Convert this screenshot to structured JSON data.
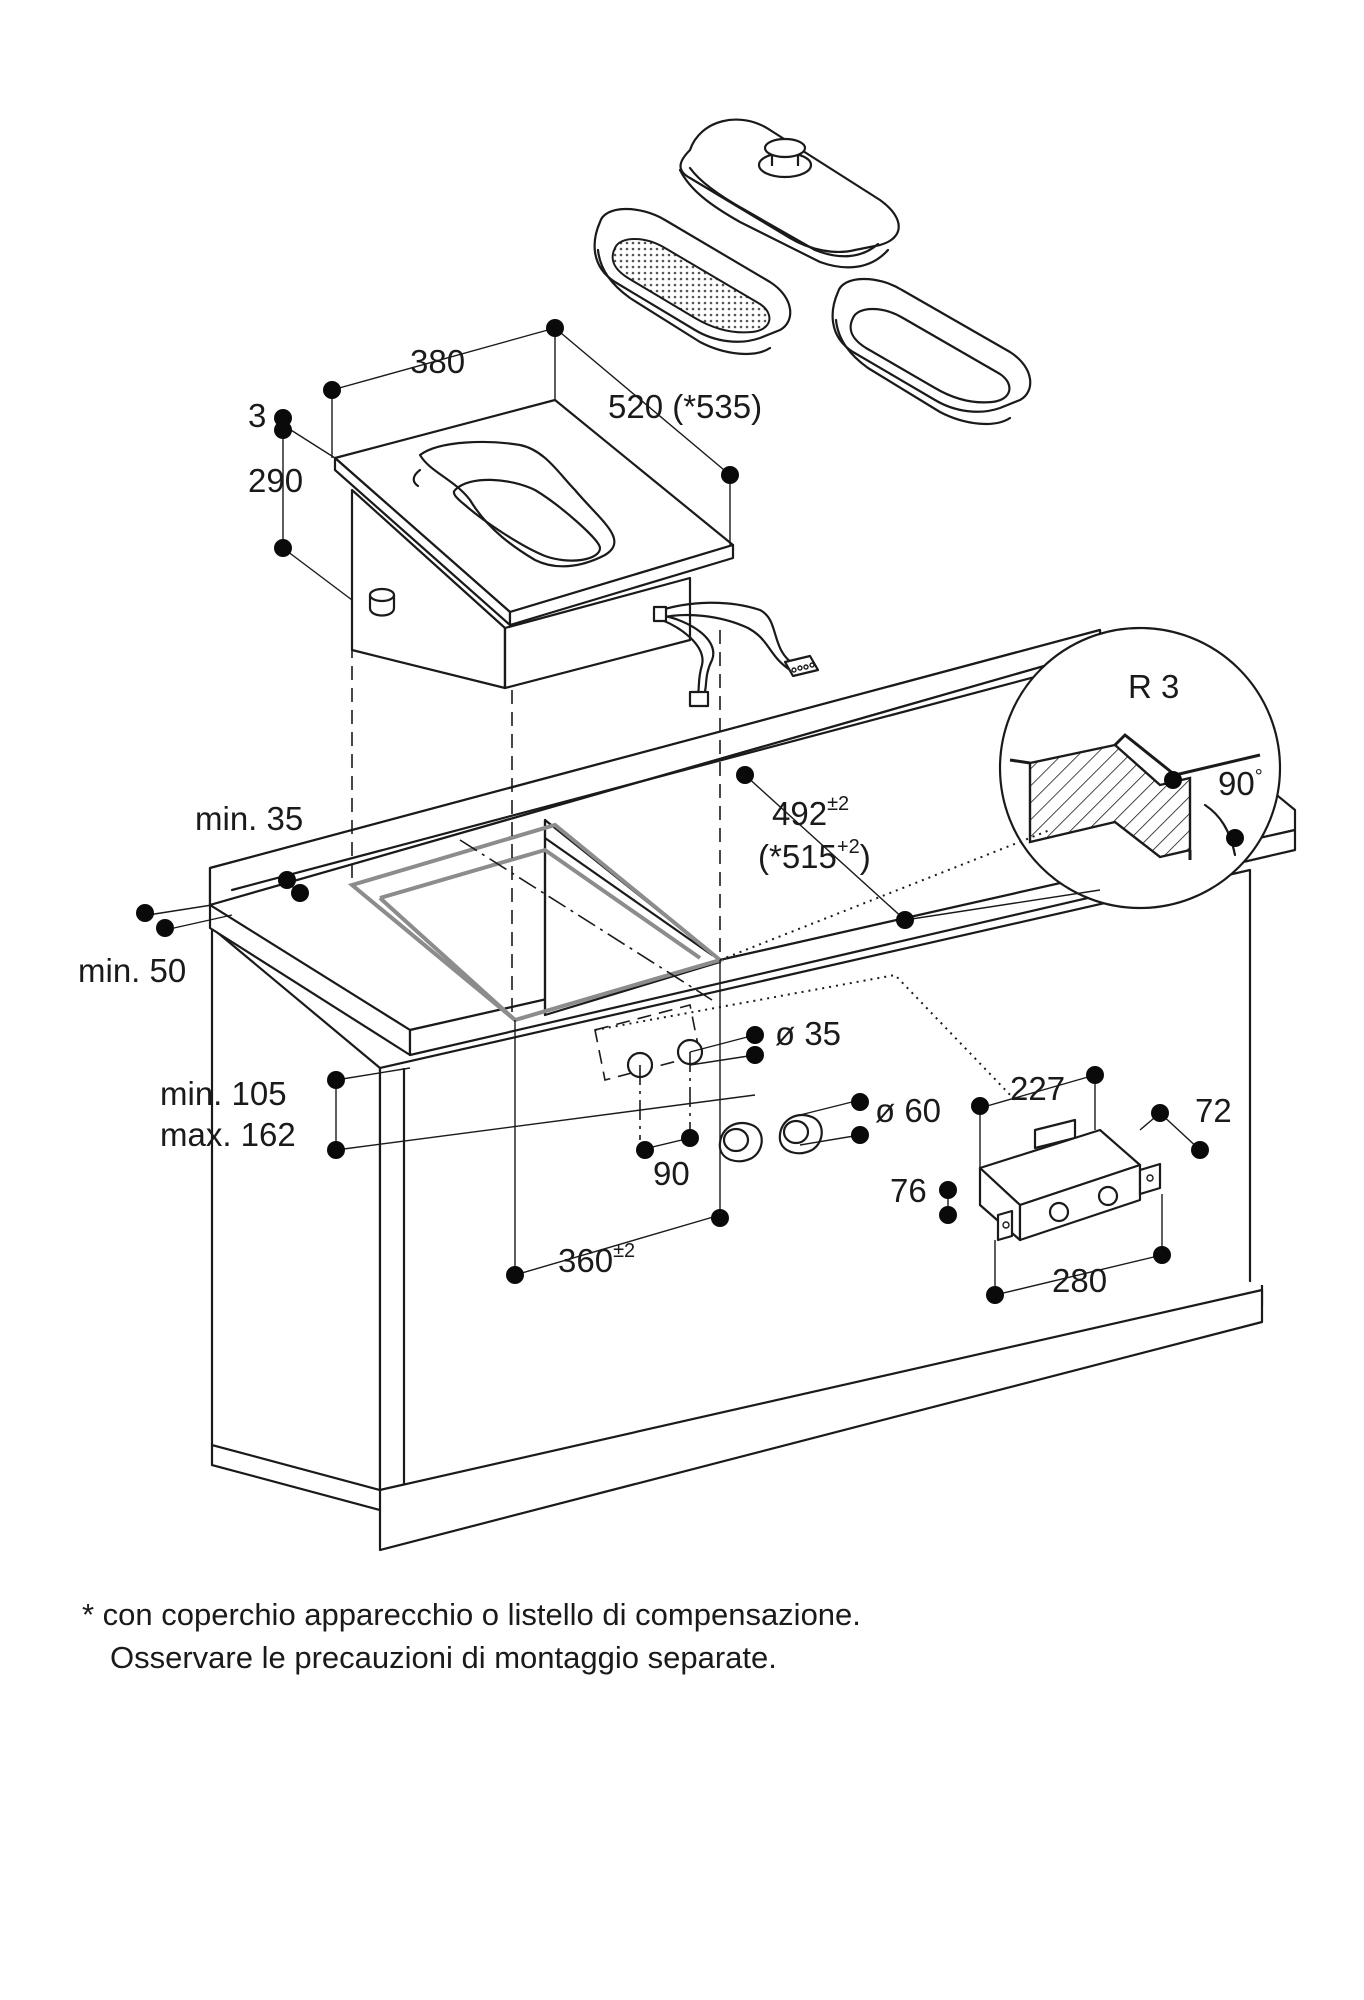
{
  "labels": {
    "width_top": "380",
    "depth_top": "520 (*535)",
    "thickness": "3",
    "height": "290",
    "min35": "min. 35",
    "min50": "min. 50",
    "cut_depth": "492",
    "cut_depth_tol": "±2",
    "cut_depth_alt_open": "(*515",
    "cut_depth_alt_tol": "+2",
    "cut_depth_alt_close": ")",
    "radius": "R 3",
    "angle": "90",
    "angle_unit": "°",
    "hole35": "ø 35",
    "hole60": "ø 60",
    "min105": "min. 105",
    "max162": "max. 162",
    "spacing90": "90",
    "cut_width": "360",
    "cut_width_tol": "±2",
    "box227": "227",
    "box72": "72",
    "box76": "76",
    "box280": "280"
  },
  "footnote": {
    "line1": "* con coperchio apparecchio o listello di compensazione.",
    "line2": "Osservare le precauzioni di montaggio separate."
  }
}
